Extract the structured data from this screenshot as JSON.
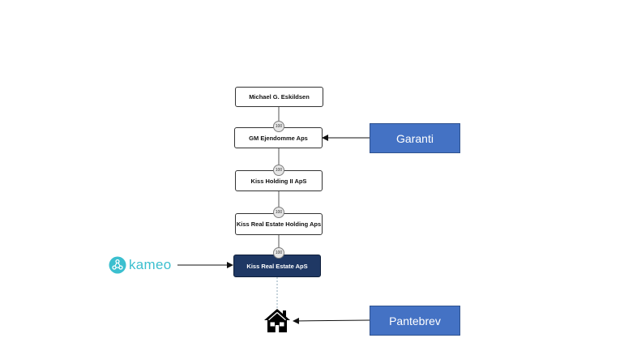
{
  "entities": {
    "owner": "Michael G. Eskildsen",
    "gm": "GM Ejendomme Aps",
    "kiss_holding_ii": "Kiss Holding II ApS",
    "kiss_re_holding": "Kiss Real Estate Holding Aps",
    "kiss_re": "Kiss Real Estate ApS"
  },
  "ownership": {
    "owner_to_gm": "100",
    "gm_to_kiss_holding_ii": "100",
    "kiss_holding_ii_to_kiss_re_holding": "100",
    "kiss_re_holding_to_kiss_re": "100"
  },
  "side_boxes": {
    "guarantee": "Garanti",
    "mortgage": "Pantebrev"
  },
  "logo": {
    "text": "kameo",
    "icon": "kameo-logo-icon",
    "color": "#3bbfcf"
  },
  "property": {
    "icon": "house-icon"
  },
  "colors": {
    "blue_box": "#4472c4",
    "dark_entity": "#1f3864"
  }
}
